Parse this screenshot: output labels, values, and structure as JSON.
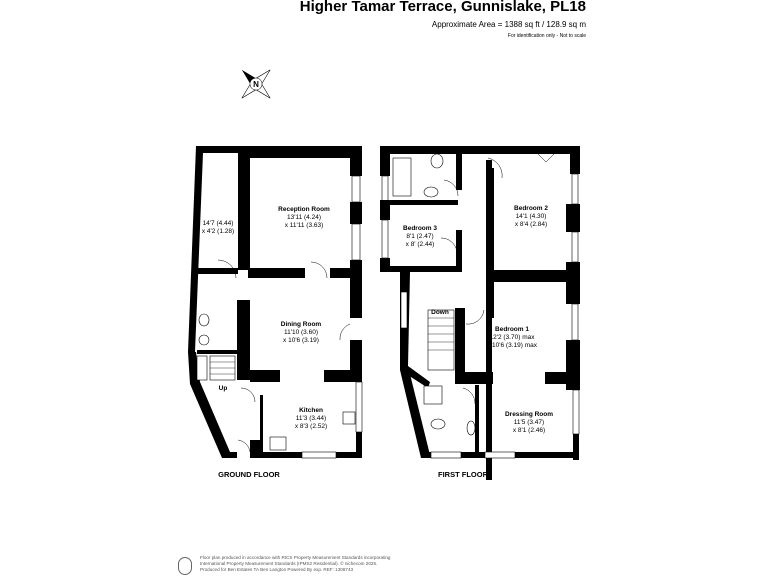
{
  "header": {
    "title": "Higher Tamar Terrace, Gunnislake, PL18",
    "area": "Approximate Area = 1388 sq ft / 128.9 sq m",
    "note": "For identification only - Not to scale"
  },
  "compass": {
    "icon": "compass-north-icon",
    "letter": "N"
  },
  "ground_floor": {
    "label": "GROUND FLOOR",
    "rooms": [
      {
        "name": "",
        "dims1": "14'7 (4.44)",
        "dims2": "x 4'2 (1.28)"
      },
      {
        "name": "Reception Room",
        "dims1": "13'11 (4.24)",
        "dims2": "x 11'11 (3.63)"
      },
      {
        "name": "Dining Room",
        "dims1": "11'10 (3.60)",
        "dims2": "x 10'6 (3.19)"
      },
      {
        "name": "Kitchen",
        "dims1": "11'3 (3.44)",
        "dims2": "x 8'3 (2.52)"
      }
    ],
    "stairs": "Up"
  },
  "first_floor": {
    "label": "FIRST FLOOR",
    "rooms": [
      {
        "name": "Bedroom 3",
        "dims1": "8'1 (2.47)",
        "dims2": "x 8' (2.44)"
      },
      {
        "name": "Bedroom 2",
        "dims1": "14'1 (4.30)",
        "dims2": "x 8'4 (2.84)"
      },
      {
        "name": "Bedroom 1",
        "dims1": "12'2 (3.70) max",
        "dims2": "x 10'6 (3.19) max"
      },
      {
        "name": "Dressing Room",
        "dims1": "11'5 (3.47)",
        "dims2": "x 8'1 (2.46)"
      }
    ],
    "stairs": "Down"
  },
  "footer": {
    "line1": "Floor plan produced in accordance with RICS Property Measurement Standards incorporating",
    "line2": "International Property Measurement Standards (IPMS2 Residential). © nichecom 2025.",
    "line3": "Produced for Ben Estates TA Ben Langton Powered By exp.   REF:  1308743"
  }
}
